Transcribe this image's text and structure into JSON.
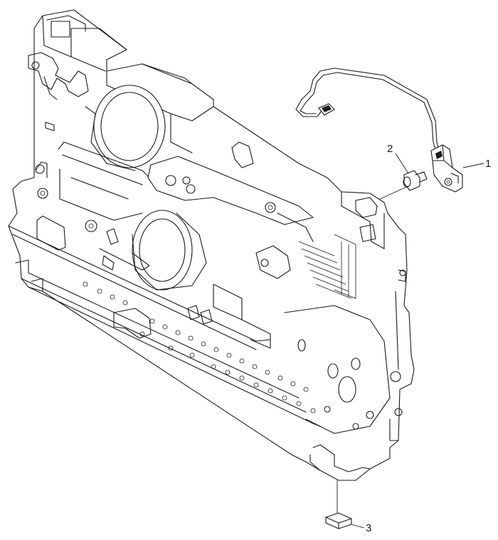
{
  "callouts": {
    "part_1": "1",
    "part_2": "2",
    "part_3": "3"
  }
}
